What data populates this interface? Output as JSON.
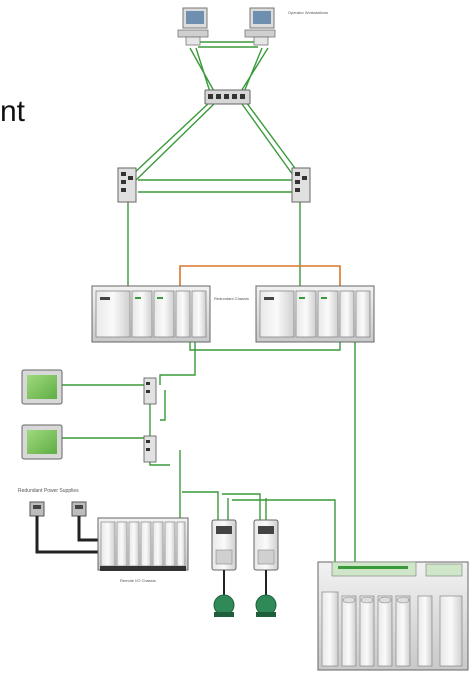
{
  "header": {
    "cutoff_text": "nt",
    "ws_note": "Operator Workstations"
  },
  "controllers": {
    "redundancy_label": "Redundant Chassis"
  },
  "power": {
    "label": "Redundant Power Supplies"
  },
  "io": {
    "chassis_label": "Remote I/O Chassis"
  },
  "colors": {
    "green_link": "#3a9a3a",
    "orange_link": "#d9772b",
    "hmi_screen": "#7cc25c",
    "motor": "#2f8a57",
    "black_cable": "#222222"
  }
}
